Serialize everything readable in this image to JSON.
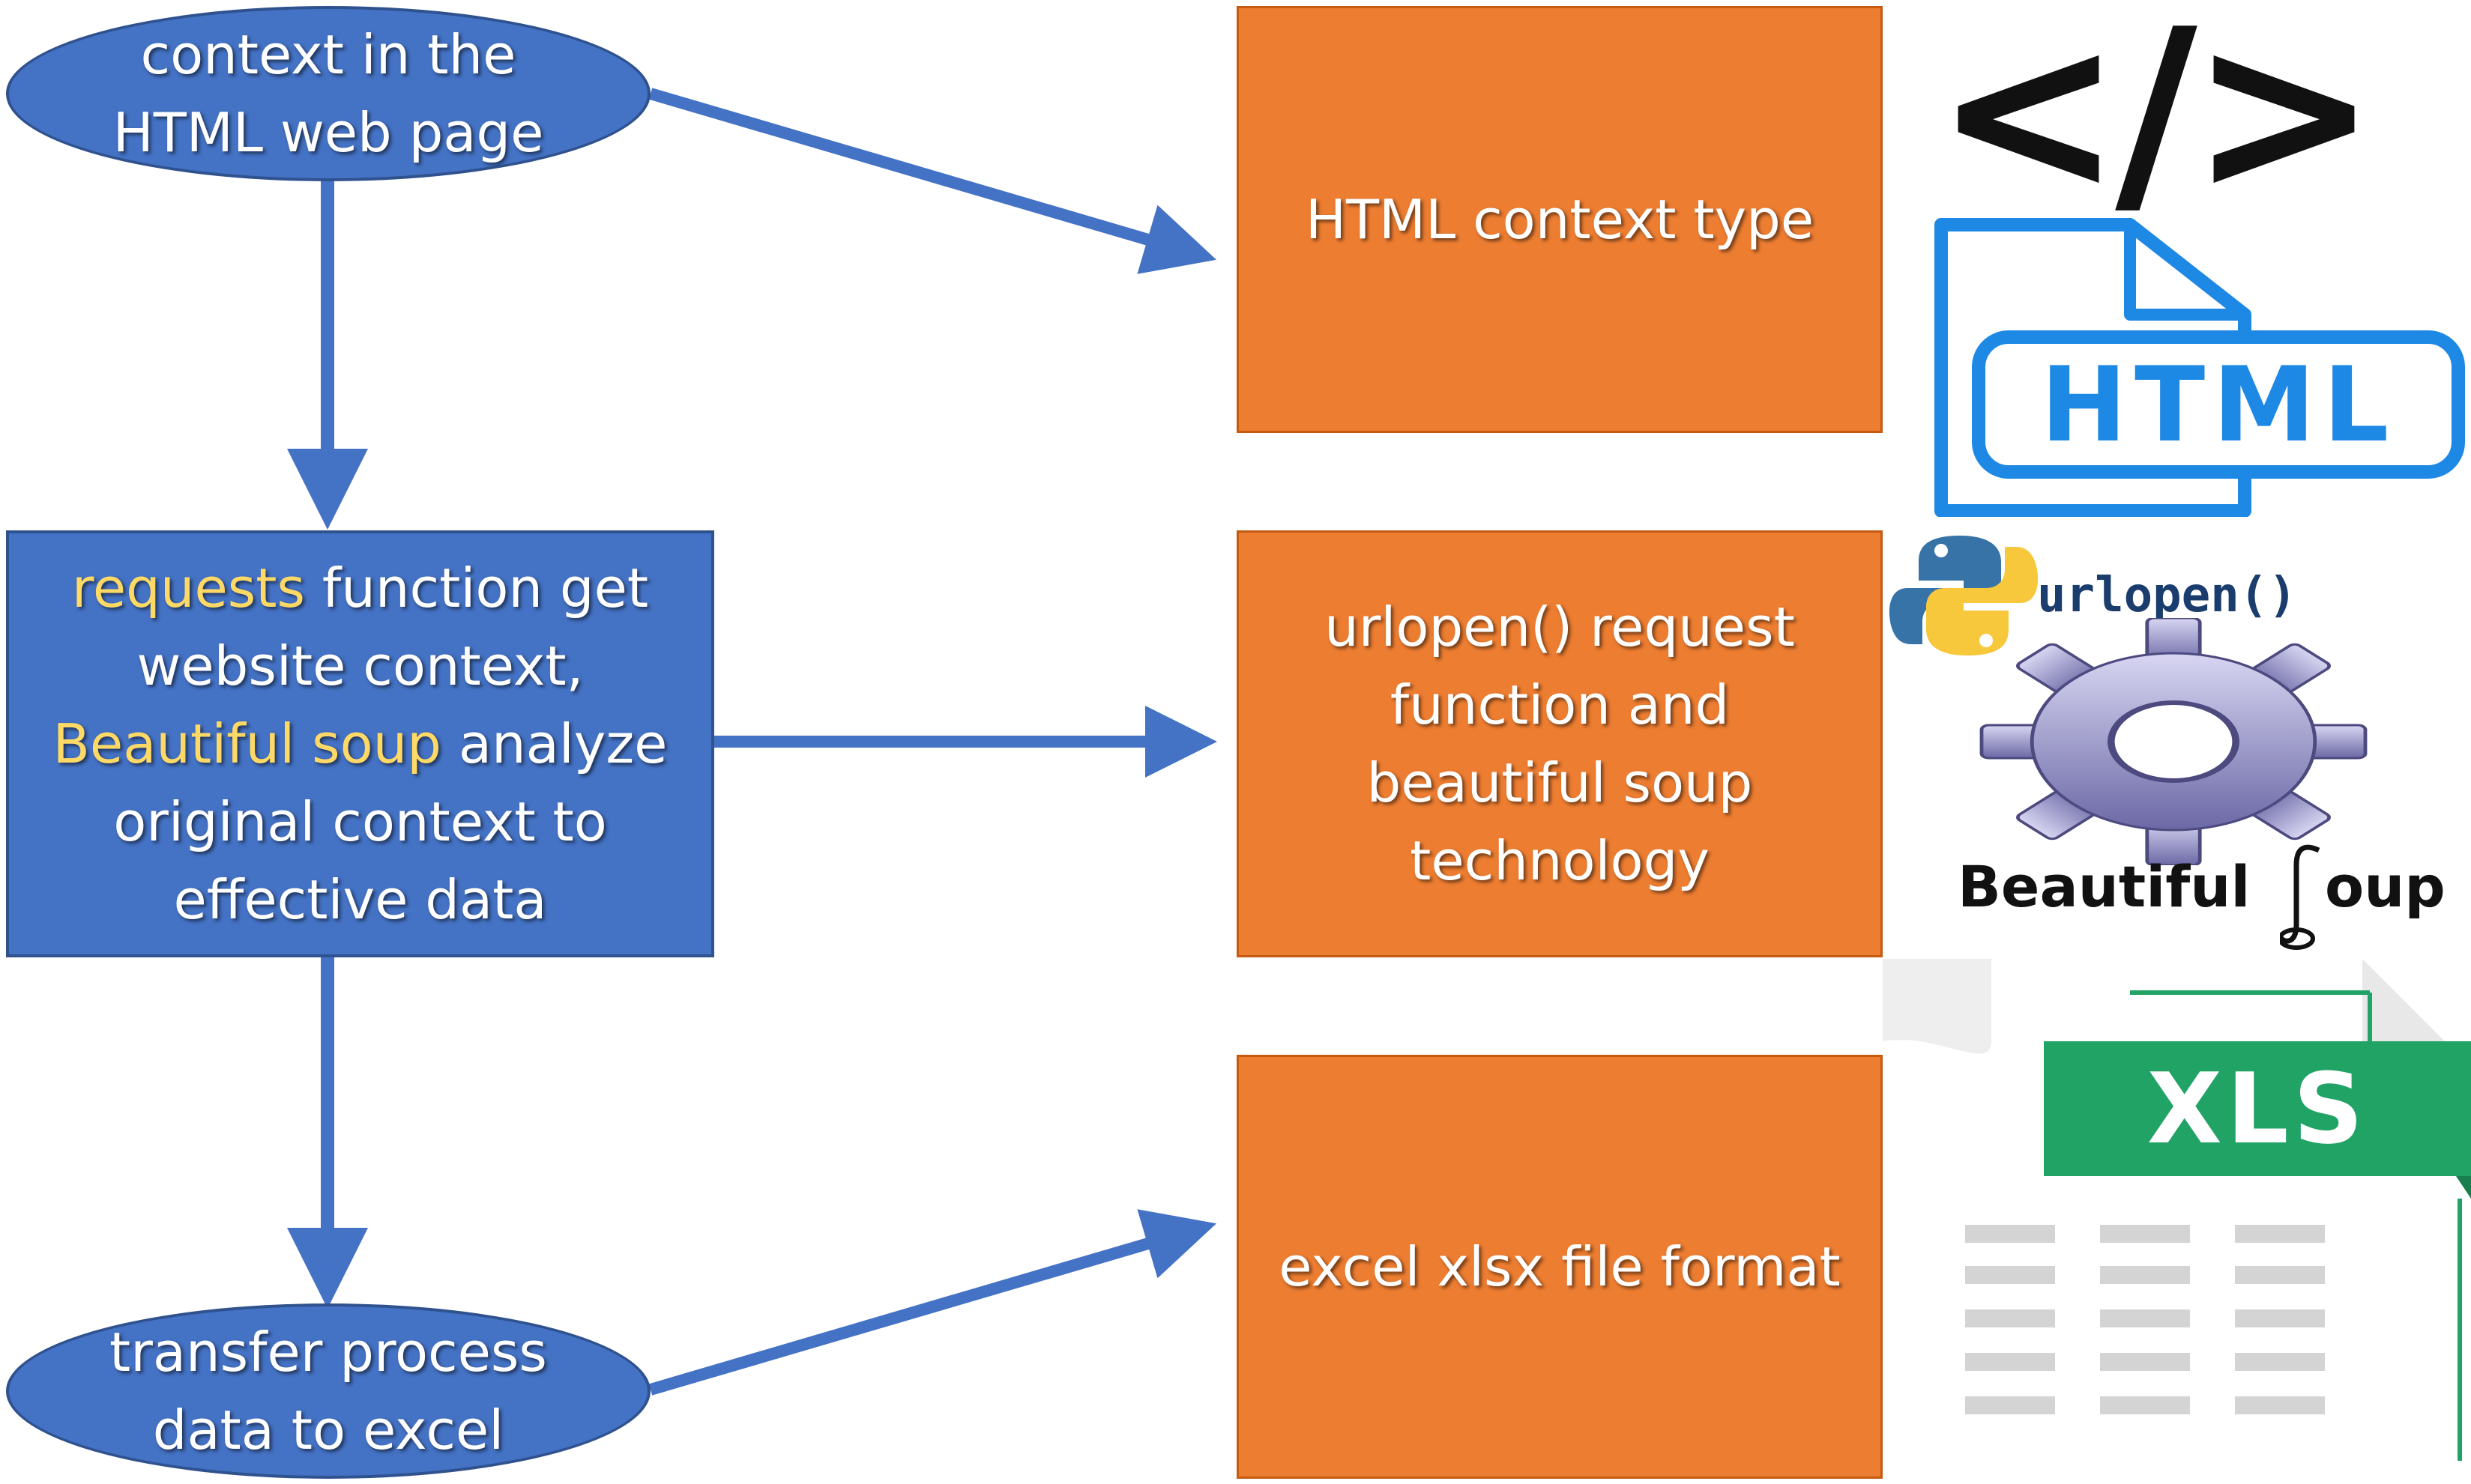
{
  "flow": {
    "start": {
      "line1": "context in the",
      "line2": "HTML web page"
    },
    "process": {
      "hl1": "requests",
      "rest1": " function get",
      "line2": "website context,",
      "hl3": "Beautiful soup",
      "rest3": " analyze",
      "line4": "original context to",
      "line5": "effective data"
    },
    "end": {
      "line1": "transfer process",
      "line2": "data to excel"
    }
  },
  "boxes": {
    "html": {
      "label": "HTML context type"
    },
    "request": {
      "line1": "urlopen() request",
      "line2": "function and",
      "line3": "beautiful soup",
      "line4": "technology"
    },
    "excel": {
      "label": "excel xlsx file format"
    }
  },
  "icons": {
    "code_tag": "</>",
    "html_file": "HTML",
    "urlopen": "urlopen()",
    "bs_left": "Beautiful",
    "bs_right": "oup",
    "xls": "XLS"
  },
  "colors": {
    "node_blue": "#4472c4",
    "box_orange": "#ed7d31",
    "arrow": "#4472c4",
    "highlight": "#ffd966",
    "html_icon": "#1e88e5",
    "xls_green": "#21a366"
  }
}
